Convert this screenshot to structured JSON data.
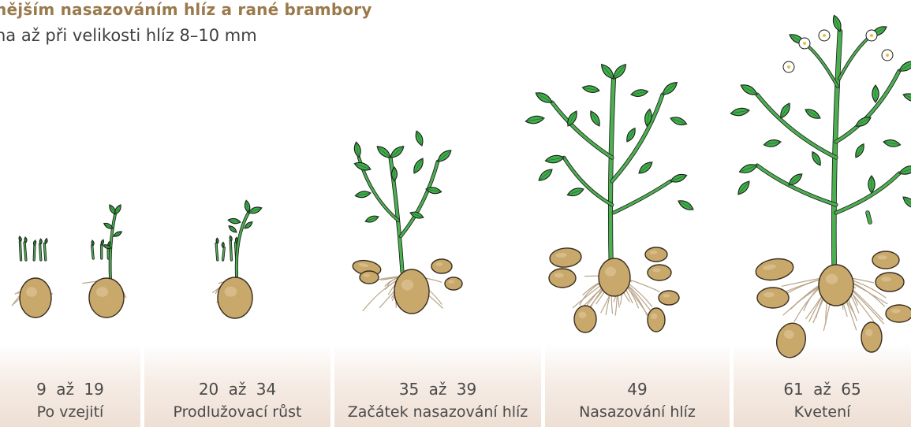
{
  "header": {
    "title": "nějším nasazováním hlíz a rané brambory",
    "subtitle": "ha až při velikosti hlíz 8–10 mm"
  },
  "stages": [
    {
      "code": "9 až 19",
      "name": "Po vzejití"
    },
    {
      "code": "20 až 34",
      "name": "Prodlužovací růst"
    },
    {
      "code": "35 až 39",
      "name": "Začátek nasazování hlíz"
    },
    {
      "code": "49",
      "name": "Nasazování hlíz"
    },
    {
      "code": "61 až 65",
      "name": "Kvetení"
    }
  ],
  "colors": {
    "leaf": "#3fae49",
    "leaf_outline": "#1a1a1a",
    "tuber": "#c9a96b",
    "tuber_dark": "#a98450",
    "stem": "#4caf50",
    "title": "#9a7a4d",
    "band": "#eedfd4"
  }
}
